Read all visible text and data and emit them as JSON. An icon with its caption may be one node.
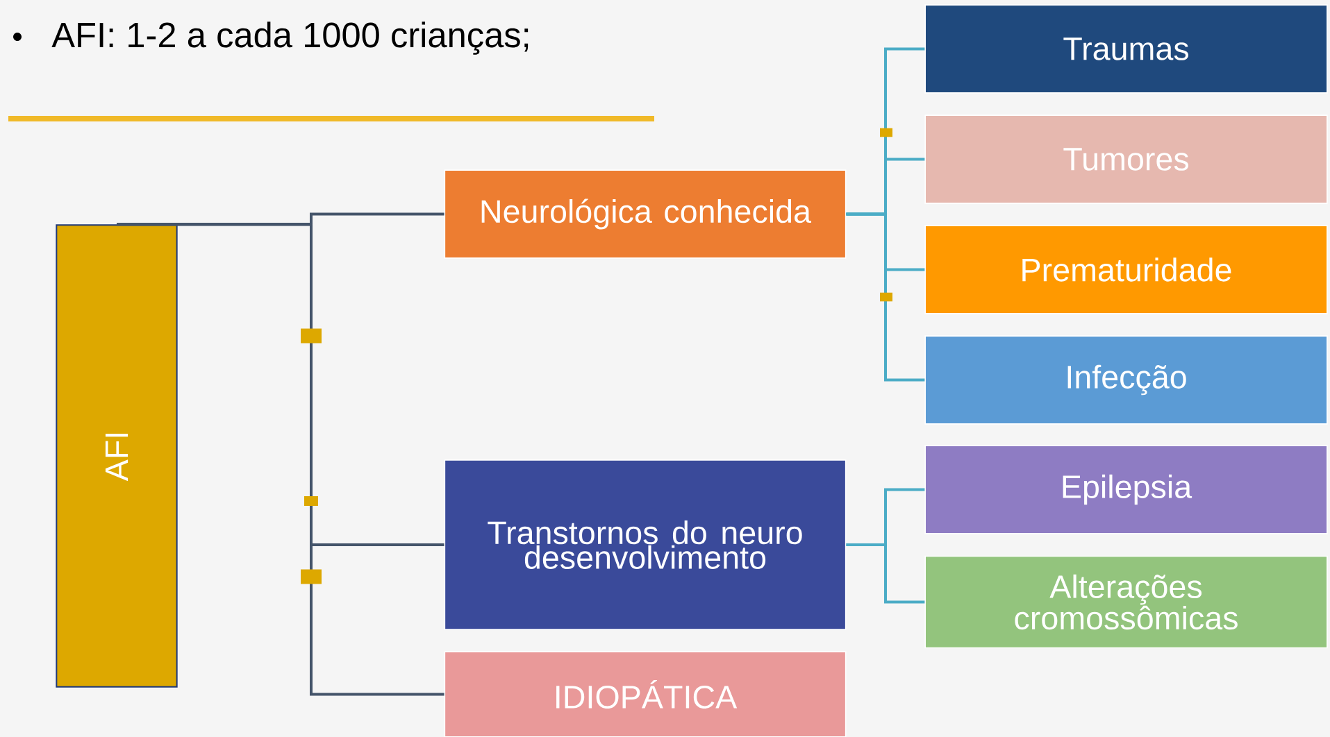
{
  "diagram": {
    "nodes": [
      {
        "text": [
          "AFI"
        ]
      },
      {
        "text": [
          "Neurológica conhecida"
        ]
      },
      {
        "text": [
          "Transtornos do neuro desenvolvimento"
        ]
      },
      {
        "text": [
          "IDIOPÁTICA"
        ]
      },
      {
        "text": [
          "Traumas"
        ]
      },
      {
        "text": [
          "Tumores"
        ]
      },
      {
        "text": [
          "Prematuridade"
        ]
      },
      {
        "text": [
          "Infecção"
        ]
      },
      {
        "text": [
          "Epilepsia"
        ]
      },
      {
        "text": [
          "Alterações cromossômicas"
        ]
      }
    ],
    "edges": [
      {
        "from": 0,
        "to": 1,
        "arrow": "none",
        "color": "#44546a"
      },
      {
        "from": 0,
        "to": 2,
        "arrow": "none",
        "color": "#44546a"
      },
      {
        "from": 0,
        "to": 3,
        "arrow": "none",
        "color": "#44546a"
      },
      {
        "from": 1,
        "to": 4,
        "arrow": "none"
      },
      {
        "from": 1,
        "to": 5,
        "arrow": "none"
      },
      {
        "from": 1,
        "to": 6,
        "arrow": "none"
      },
      {
        "from": 1,
        "to": 7,
        "arrow": "none"
      },
      {
        "from": 2,
        "to": 8,
        "arrow": "none"
      },
      {
        "from": 2,
        "to": 9,
        "arrow": "none"
      }
    ],
    "labels": [
      "AFI: 1-2 a cada 1000 crianças;"
    ]
  }
}
